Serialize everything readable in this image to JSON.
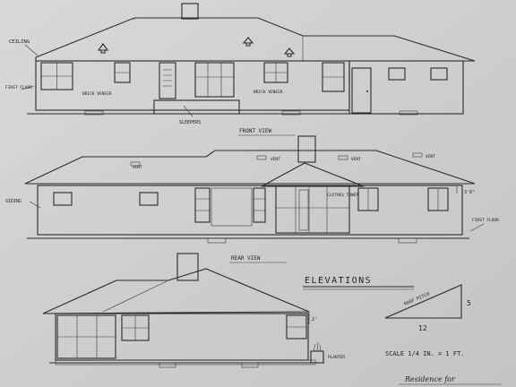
{
  "drawing": {
    "labels": {
      "ceiling": "CEILING",
      "first_floor_left": "FIRST FLOOR",
      "brick_veneer_1": "BRICK VENEER",
      "brick_veneer_2": "BRICK VENEER",
      "sleepers": "SLEEPERS",
      "front_view": "FRONT VIEW",
      "vent_1": "VENT",
      "vent_2": "VENT",
      "vent_3": "VENT",
      "vent_4": "VENT",
      "siding": "SIDING",
      "clothes_tower": "CLOTHES TOWER",
      "dim_rear": "3'6\"",
      "first_floor_right": "FIRST FLOOR",
      "rear_view": "REAR VIEW",
      "elevations": "ELEVATIONS",
      "roof_pitch": "ROOF PITCH",
      "pitch_rise": "5",
      "pitch_run": "12",
      "dim_side": "2'",
      "planter": "PLANTER",
      "scale": "SCALE 1/4 IN. = 1 FT.",
      "residence_for": "Residence for"
    },
    "colors": {
      "paper": "#cfcfcf",
      "ink": "#2a2a2a"
    }
  }
}
